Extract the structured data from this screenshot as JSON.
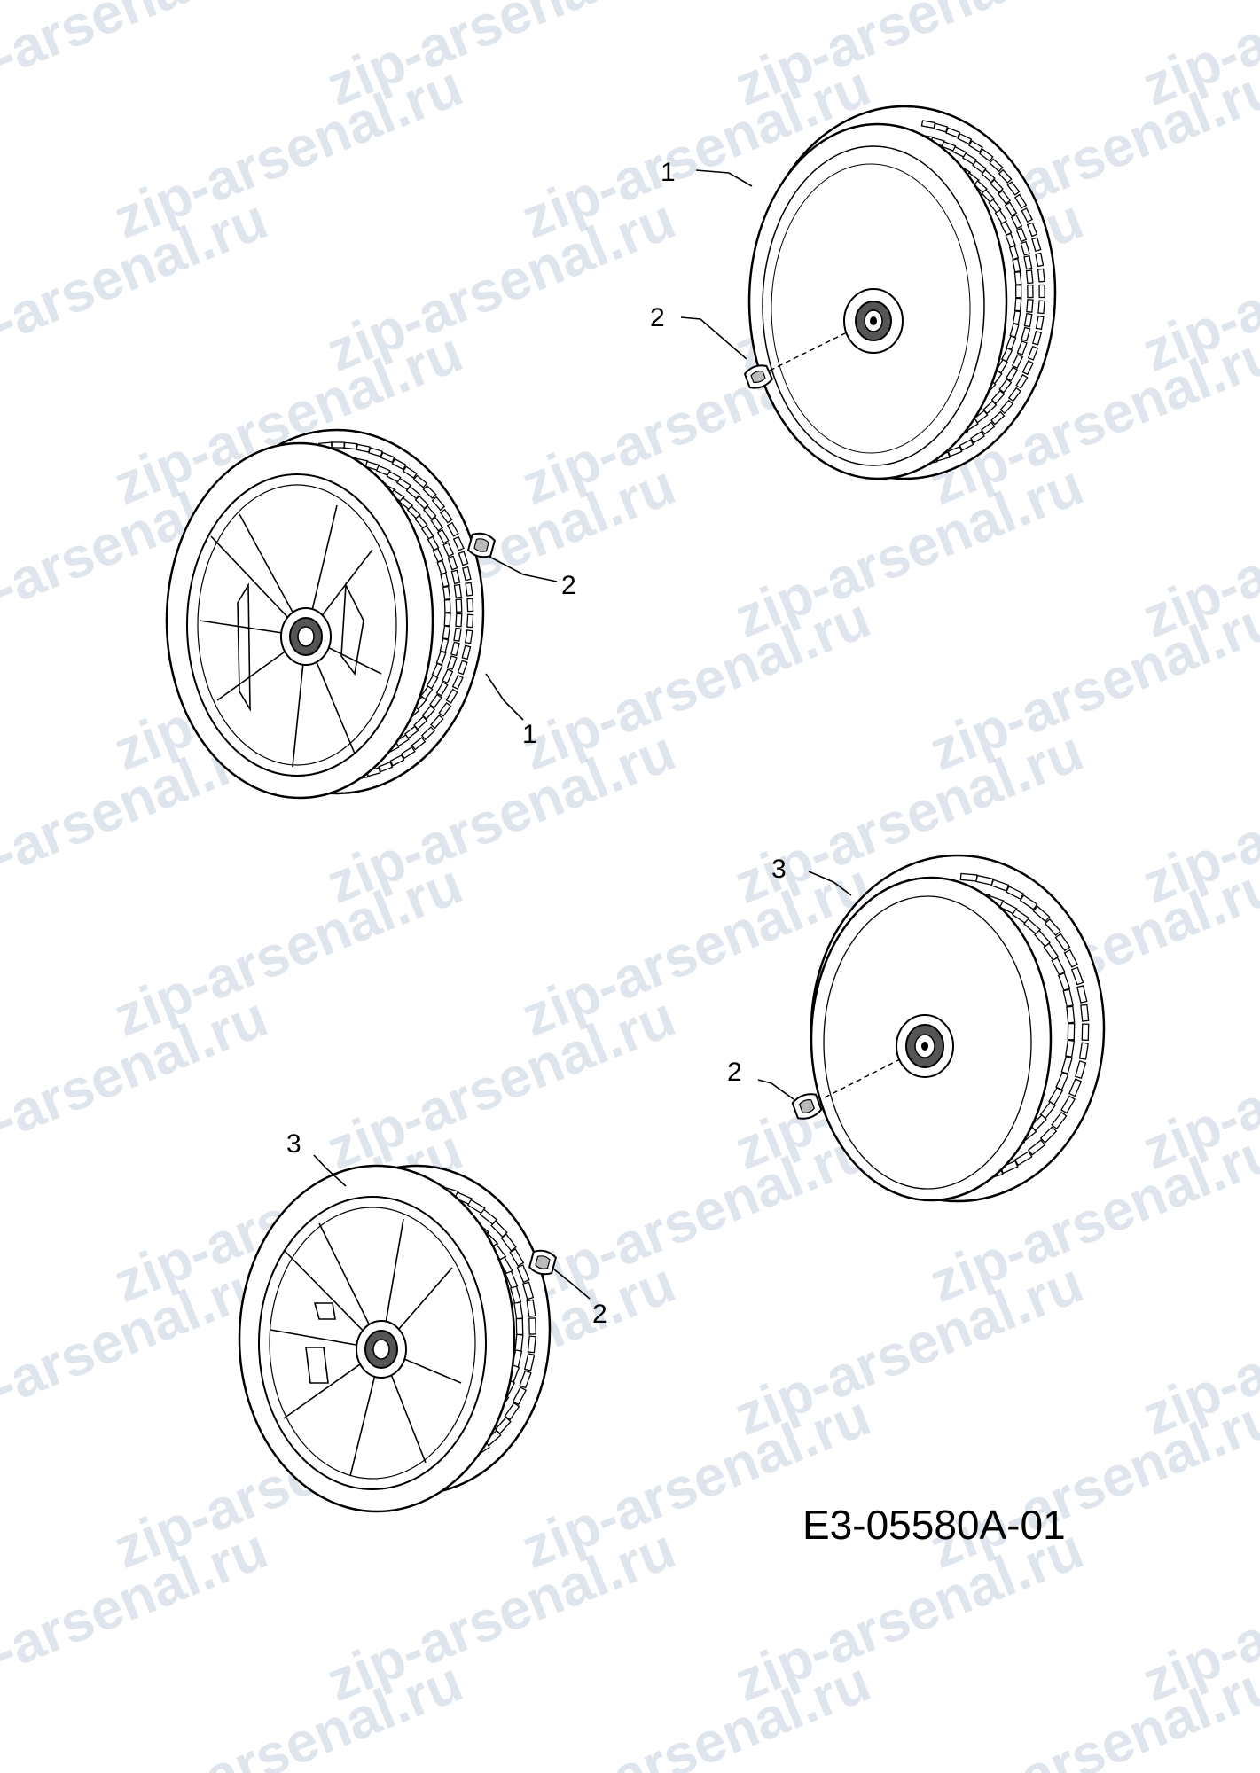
{
  "watermark": {
    "text": "zip-arsenal.ru",
    "color": "#c5d0df"
  },
  "diagram_code": "E3-05580A-01",
  "parts": [
    {
      "id": "wheel-1-front",
      "callout": "1",
      "kind": "wheel-tread-a",
      "view": "hub side"
    },
    {
      "id": "clip-2-a",
      "callout": "2",
      "kind": "clip"
    },
    {
      "id": "wheel-1-back",
      "callout": "1",
      "kind": "wheel-tread-a",
      "view": "spoke side"
    },
    {
      "id": "clip-2-b",
      "callout": "2",
      "kind": "clip"
    },
    {
      "id": "wheel-3-front",
      "callout": "3",
      "kind": "wheel-tread-b",
      "view": "hub side"
    },
    {
      "id": "clip-2-c",
      "callout": "2",
      "kind": "clip"
    },
    {
      "id": "wheel-3-back",
      "callout": "3",
      "kind": "wheel-tread-b",
      "view": "spoke side"
    },
    {
      "id": "clip-2-d",
      "callout": "2",
      "kind": "clip"
    }
  ]
}
